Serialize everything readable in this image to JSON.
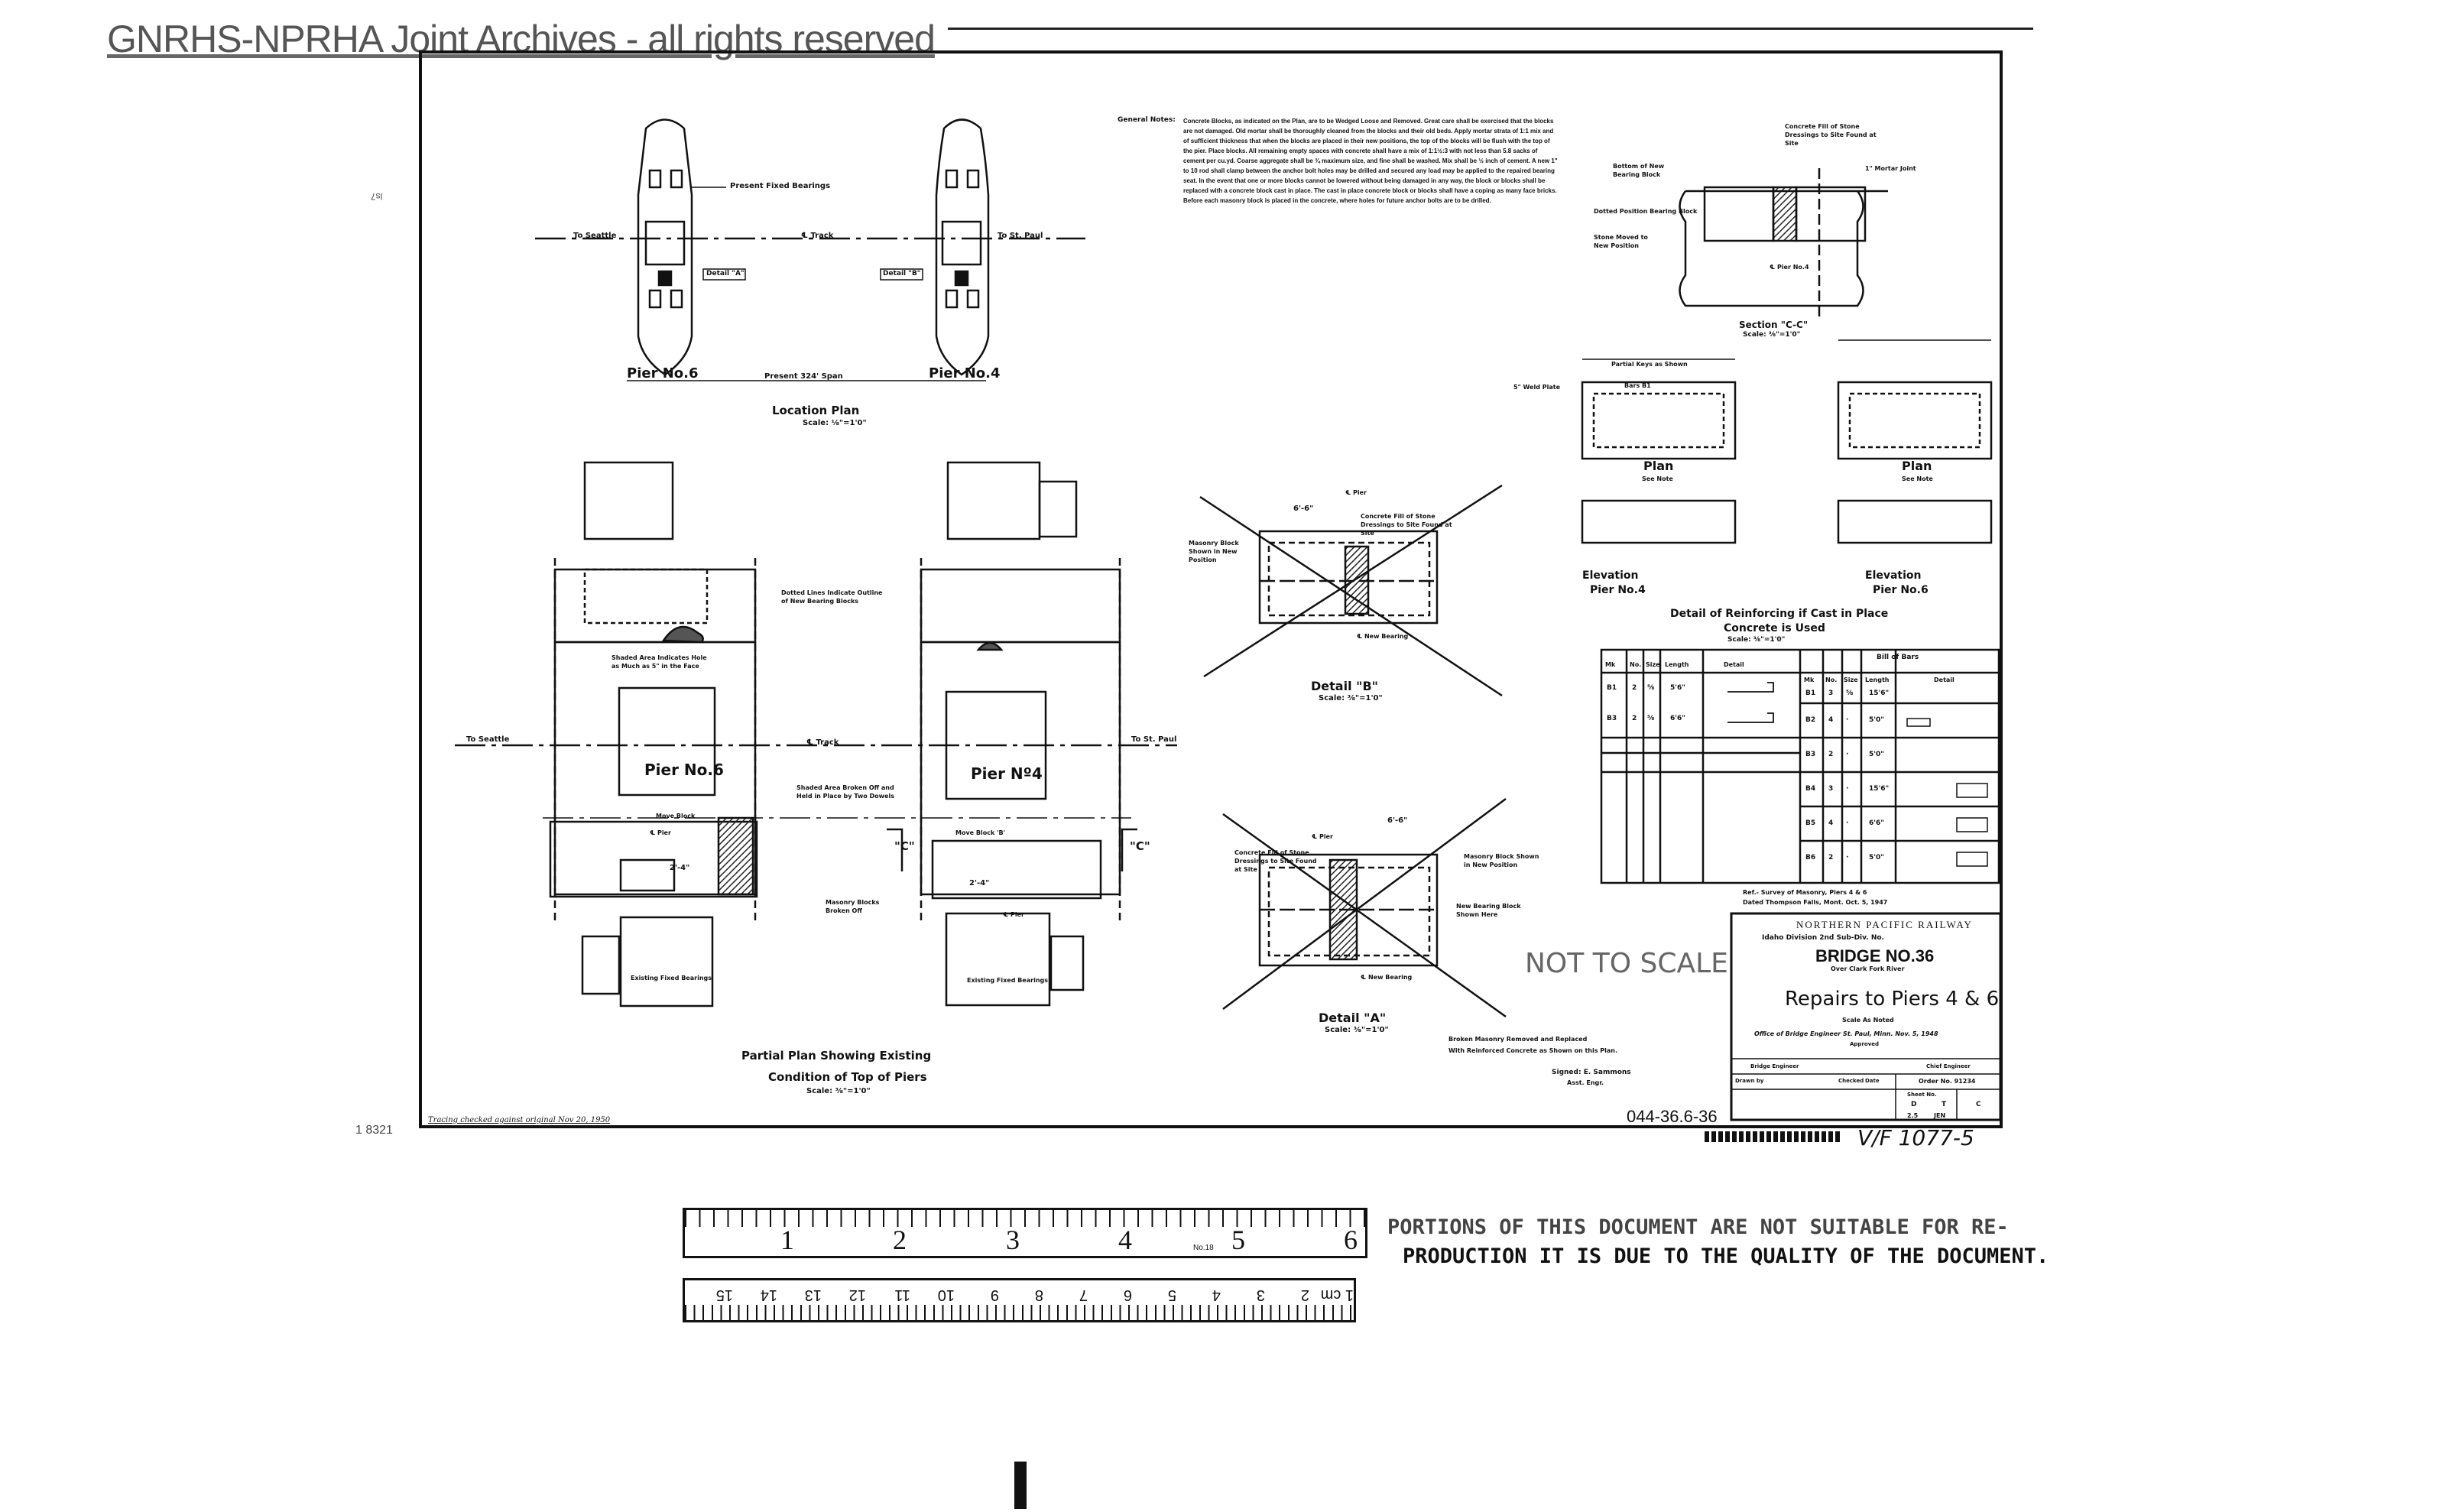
{
  "watermark": "GNRHS-NPRHA Joint Archives - all rights reserved",
  "general_notes": {
    "heading": "General Notes:",
    "text": "Concrete Blocks, as indicated on the Plan, are to be Wedged Loose and Removed. Great care shall be exercised that the blocks are not damaged. Old mortar shall be thoroughly cleaned from the blocks and their old beds. Apply mortar strata of 1:1 mix and of sufficient thickness that when the blocks are placed in their new positions, the top of the blocks will be flush with the top of the pier. Place blocks. All remaining empty spaces with concrete shall have a mix of 1:1½:3 with not less than 5.8 sacks of cement per cu.yd. Coarse aggregate shall be ¾ maximum size, and fine shall be washed. Mix shall be ½ inch of cement. A new 1\" to 10 rod shall clamp between the anchor bolt holes may be drilled and secured any load may be applied to the repaired bearing seat. In the event that one or more blocks cannot be lowered without being damaged in any way, the block or blocks shall be replaced with a concrete block cast in place. The cast in place concrete block or blocks shall have a coping as many face bricks. Before each masonry block is placed in the concrete, where holes for future anchor bolts are to be drilled."
  },
  "location_plan": {
    "title": "Location Plan",
    "scale": "Scale: ⅛\"=1'0\"",
    "pier6": "Pier No.6",
    "pier4": "Pier No.4",
    "span": "Present 324' Span",
    "to_seattle": "To Seattle",
    "to_st_paul": "To St. Paul",
    "track": "℄ Track",
    "present_fixed": "Present Fixed Bearings",
    "detail_a": "Detail \"A\"",
    "detail_b": "Detail \"B\""
  },
  "partial_plan": {
    "title": "Partial Plan Showing Existing",
    "title2": "Condition of Top of Piers",
    "scale": "Scale: ⅜\"=1'0\"",
    "pier6": "Pier No.6",
    "pier4": "Pier Nº4",
    "to_seattle": "To Seattle",
    "to_st_paul": "To St. Paul",
    "track": "℄ Track",
    "dotted_lines": "Dotted Lines Indicate Outline of New Bearing Blocks",
    "shaded_area": "Shaded Area Indicates Hole as Much as 5\" in the Face",
    "shaded_area2": "Shaded Area Broken Off and Held in Place by Two Dowels",
    "move_block": "Move Block",
    "move_block2": "Move Block 'B'",
    "masonry_blocks": "Masonry Blocks Broken Off",
    "existing_fixed6": "Existing Fixed Bearings",
    "existing_fixed4": "Existing Fixed Bearings",
    "pier_cl": "℄ Pier",
    "pier_cl2": "℄ Pier",
    "dim1": "2'-4\"",
    "dim2": "2'-4\"",
    "section_c": "\"C\"",
    "section_c2": "\"C\""
  },
  "detail_b": {
    "title": "Detail \"B\"",
    "scale": "Scale: ⅜\"=1'0\"",
    "masonry": "Masonry Block Shown in New Position",
    "concrete": "Concrete Fill of Stone Dressings to Site Found at Site",
    "pier_cl": "℄ Pier",
    "new_bearing": "℄ New Bearing",
    "dim": "6'-6\""
  },
  "detail_a": {
    "title": "Detail \"A\"",
    "scale": "Scale: ⅜\"=1'0\"",
    "concrete": "Concrete Fill of Stone Dressings to Site Found at Site",
    "masonry": "Masonry Block Shown in New Position",
    "new_bearing_block": "New Bearing Block Shown Here",
    "pier_cl": "℄ Pier",
    "new_bearing": "℄ New Bearing",
    "dim": "6'-6\""
  },
  "section_cc": {
    "title": "Section \"C-C\"",
    "scale": "Scale: ⅜\"=1'0\"",
    "bottom_bearing": "Bottom of New Bearing Block",
    "dotted_bearing": "Dotted Position Bearing Block",
    "stone_moved": "Stone Moved to New Position",
    "concrete_fill": "Concrete Fill of Stone Dressings to Site Found at Site",
    "mortar_joint": "1\" Mortar Joint",
    "pier": "℄ Pier No.4"
  },
  "reinforcing": {
    "title": "Detail of Reinforcing if Cast in Place",
    "title2": "Concrete is Used",
    "scale": "Scale: ⅜\"=1'0\"",
    "plan": "Plan",
    "see_note": "See Note",
    "elevation4": "Elevation",
    "pier4": "Pier No.4",
    "elevation6": "Elevation",
    "pier6": "Pier No.6",
    "weld_plate": "5\" Weld Plate",
    "anchor_holes": "Partial Keys as Shown",
    "bars_b1": "Bars B1"
  },
  "bill_of_bars": {
    "title": "Bill of Bars",
    "headers": [
      "Mk",
      "No.",
      "Size",
      "Length",
      "Detail"
    ],
    "left_rows": [
      [
        "B1",
        "2",
        "⅝",
        "5'6\""
      ],
      [
        "B3",
        "2",
        "⅝",
        "6'6\""
      ]
    ],
    "right_rows": [
      [
        "B1",
        "3",
        "⅝",
        "15'6\""
      ],
      [
        "B2",
        "4",
        "·",
        "5'0\""
      ],
      [
        "B3",
        "2",
        "·",
        "5'0\""
      ],
      [
        "B4",
        "3",
        "·",
        "15'6\""
      ],
      [
        "B5",
        "4",
        "·",
        "6'6\""
      ],
      [
        "B6",
        "2",
        "·",
        "5'0\""
      ]
    ]
  },
  "ref_note": {
    "line1": "Ref.- Survey of Masonry, Piers 4 & 6",
    "line2": "Dated Thompson Falls, Mont. Oct. 5, 1947"
  },
  "notes_bottom": {
    "line1": "Broken Masonry Removed and Replaced",
    "line2": "With Reinforced Concrete as Shown on this Plan.",
    "signed": "Signed: E. Sammons",
    "signed2": "Asst. Engr."
  },
  "not_to_scale": "NOT TO SCALE",
  "title_block": {
    "railway": "NORTHERN PACIFIC RAILWAY",
    "division": "Idaho Division 2nd Sub-Div. No.",
    "bridge": "BRIDGE NO.36",
    "over": "Over Clark Fork River",
    "repairs": "Repairs to Piers 4 & 6",
    "scale": "Scale As Noted",
    "office": "Office of Bridge Engineer  St. Paul, Minn.  Nov. 5, 1948",
    "approved": "Approved",
    "bridge_engineer": "Bridge Engineer",
    "chief_engineer": "Chief Engineer",
    "drawn": "Drawn by",
    "checked": "Checked",
    "date": "Date",
    "order_no": "Order No. 91234",
    "sheet_no": "Sheet No.",
    "d": "D",
    "t": "T",
    "c": "C",
    "val1": "2.5",
    "val2": "JEN"
  },
  "drawing_number": "044-36.6-36",
  "vf_number": "V/F 1077-5",
  "tracing_checked": "Tracing checked against original Nov 20, 1950",
  "ruler_inches": [
    "1",
    "2",
    "3",
    "4",
    "5",
    "6"
  ],
  "ruler_cm": [
    "1 cm",
    "2",
    "3",
    "4",
    "5",
    "6",
    "7",
    "8",
    "9",
    "10",
    "11",
    "12",
    "13",
    "14",
    "15"
  ],
  "ruler_brand": "No.18",
  "quality_note": {
    "line1": "PORTIONS OF THIS DOCUMENT ARE NOT SUITABLE FOR RE-",
    "line2": "PRODUCTION IT IS DUE TO THE QUALITY OF THE DOCUMENT."
  },
  "margin_marks": {
    "left1": "ls7",
    "bottom_left": "1 8321"
  }
}
